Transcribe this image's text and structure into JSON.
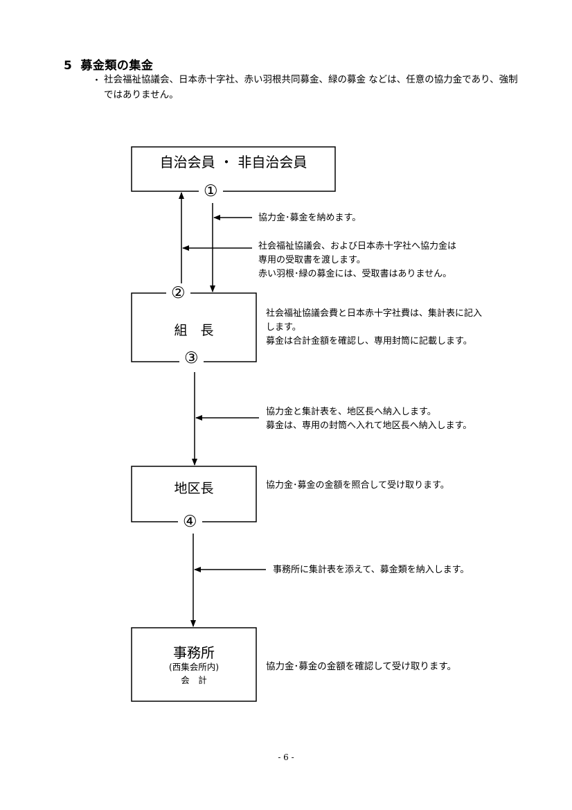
{
  "section": {
    "number": "5",
    "title": "募金類の集金",
    "bullet_mark": "・",
    "bullet_text": "社会福祉協議会、日本赤十字社、赤い羽根共同募金、緑の募金 などは、任意の協力金であり、強制ではありません。"
  },
  "boxes": {
    "members": {
      "label": "自治会員 ・ 非自治会員",
      "marker": "①"
    },
    "group_leader": {
      "label": "組　長",
      "marker_top": "②",
      "marker_bottom": "③"
    },
    "district_leader": {
      "label": "地区長",
      "marker": "④"
    },
    "office": {
      "label": "事務所",
      "sub1": "(西集会所内)",
      "sub2": "会　計"
    }
  },
  "notes": {
    "pay": "協力金･募金を納めます。",
    "receipt_1": "社会福祉協議会、および日本赤十字社へ協力金は",
    "receipt_2": "専用の受取書を渡します。",
    "receipt_3": "赤い羽根･緑の募金には、受取書はありません。",
    "leader_1": "社会福祉協議会費と日本赤十字社費は、集計表に記入",
    "leader_2": "します。",
    "leader_3": "募金は合計金額を確認し、専用封筒に記載します。",
    "to_district_1": "協力金と集計表を、地区長へ納入します。",
    "to_district_2": "募金は、専用の封筒へ入れて地区長へ納入します。",
    "district_check": "協力金･募金の金額を照合して受け取ります。",
    "to_office": "事務所に集計表を添えて、募金類を納入します。",
    "office_check": "協力金･募金の金額を確認して受け取ります。"
  },
  "page_number": "- 6 -"
}
